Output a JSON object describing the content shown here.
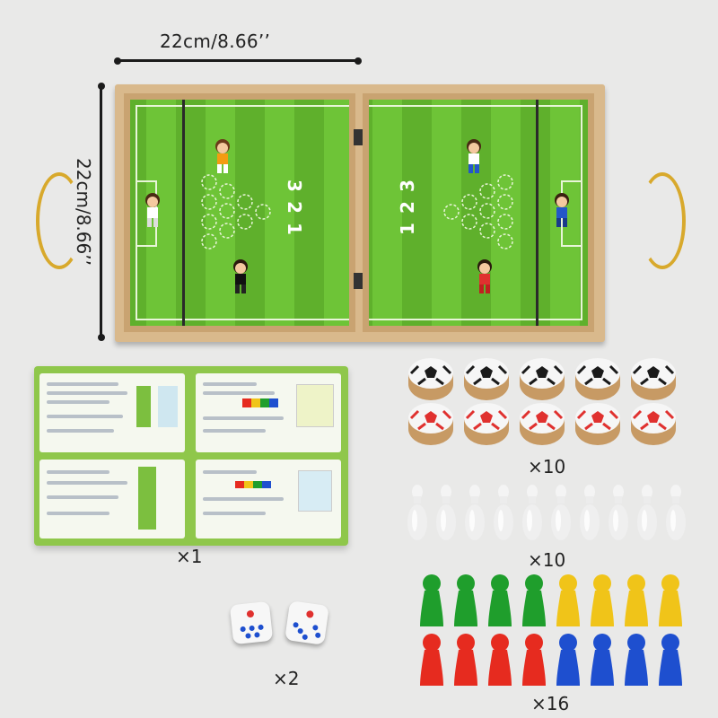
{
  "dimensions": {
    "width_label": "22cm/8.66’’",
    "height_label": "22cm/8.66’’"
  },
  "board": {
    "numbers_left": [
      "3",
      "2",
      "1"
    ],
    "numbers_right": [
      "3",
      "2",
      "1"
    ]
  },
  "quantities": {
    "booklet": "×1",
    "pucks": "×10",
    "pins": "×10",
    "dice": "×2",
    "pawns": "×16"
  },
  "colors": {
    "field_green": "#5fb02c",
    "stripe_green": "#6ec437",
    "wood": "#d9b98c",
    "puck_black": "#1a1a1a",
    "puck_red": "#e0312f",
    "pawn_green": "#1f9e2c",
    "pawn_yellow": "#f0c419",
    "pawn_red": "#e62b1f",
    "pawn_blue": "#1e4fcf",
    "pin_white": "#f2f2f2"
  }
}
